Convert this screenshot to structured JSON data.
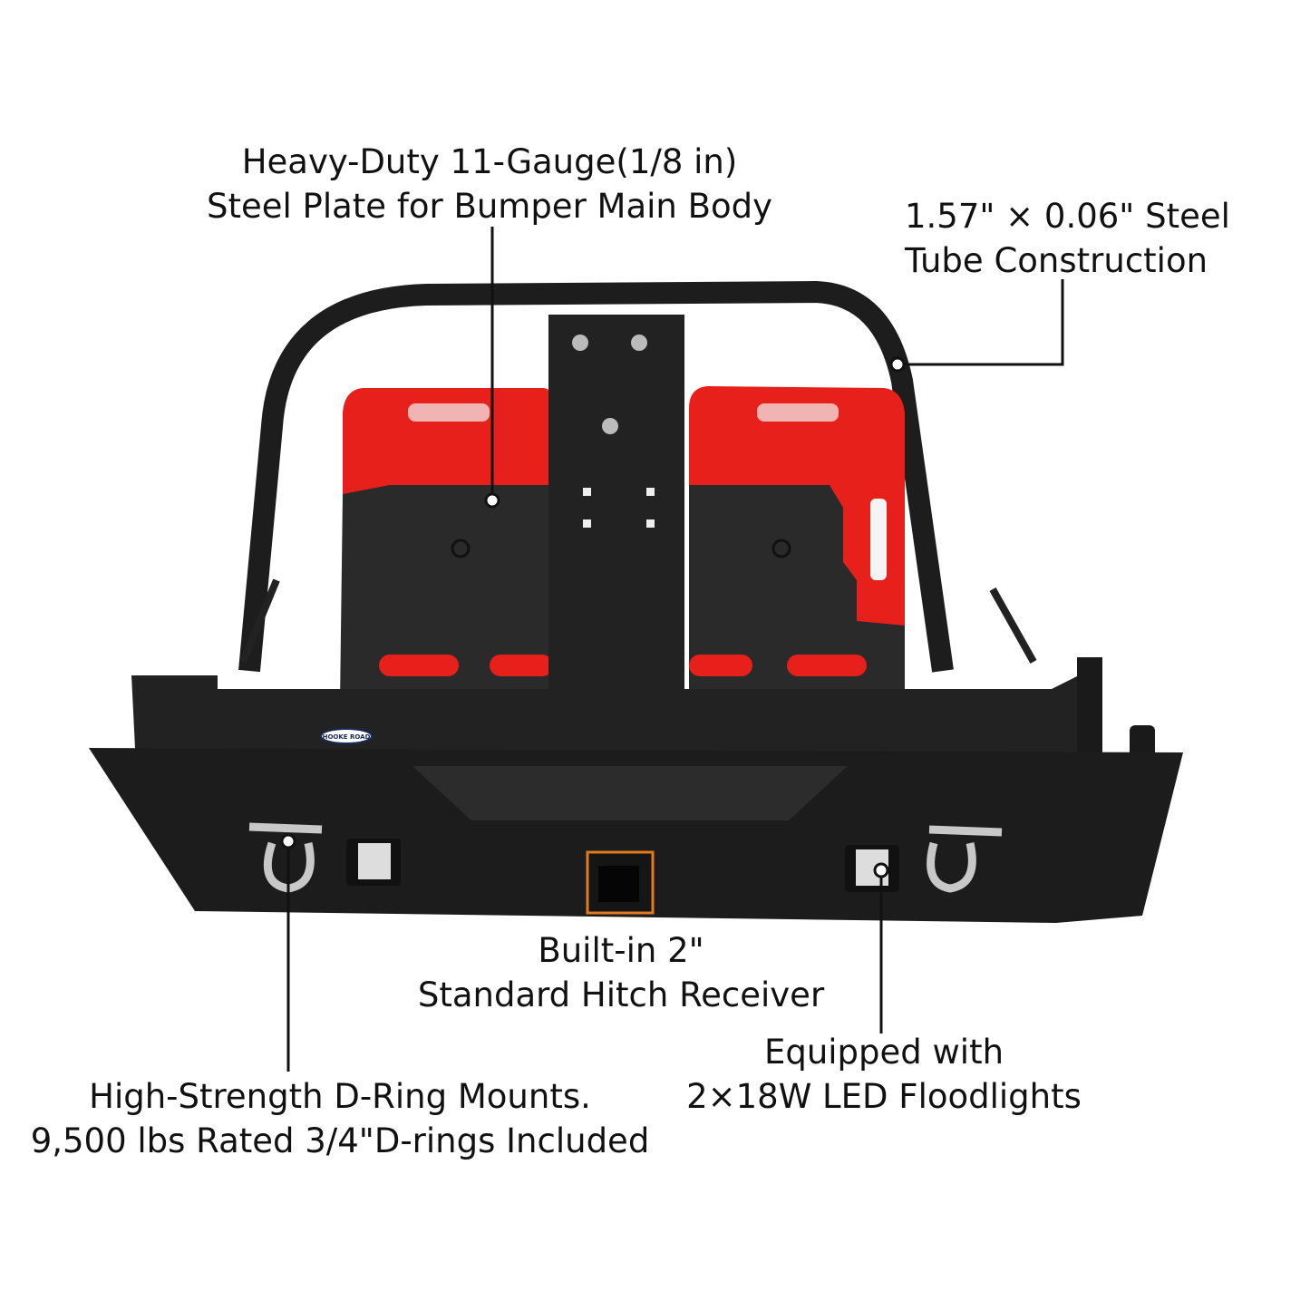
{
  "callouts": {
    "steel_plate": {
      "line1": "Heavy-Duty 11-Gauge(1/8 in)",
      "line2": "Steel Plate for Bumper Main Body"
    },
    "tube": {
      "line1": "1.57\" × 0.06\" Steel",
      "line2": "Tube Construction"
    },
    "hitch": {
      "line1": "Built-in 2\"",
      "line2": "Standard Hitch Receiver"
    },
    "lights": {
      "line1": "Equipped with",
      "line2": "2×18W LED Floodlights"
    },
    "d_ring": {
      "line1": "High-Strength D-Ring Mounts.",
      "line2": "9,500 lbs Rated 3/4\"D-rings Included"
    }
  },
  "product": {
    "brand_badge": "HOOKE ROAD"
  },
  "colors": {
    "steel": "#1e1e1e",
    "jerry_can": "#e8201c",
    "hitch_highlight": "#e07a1e",
    "callout_line": "#111111"
  }
}
